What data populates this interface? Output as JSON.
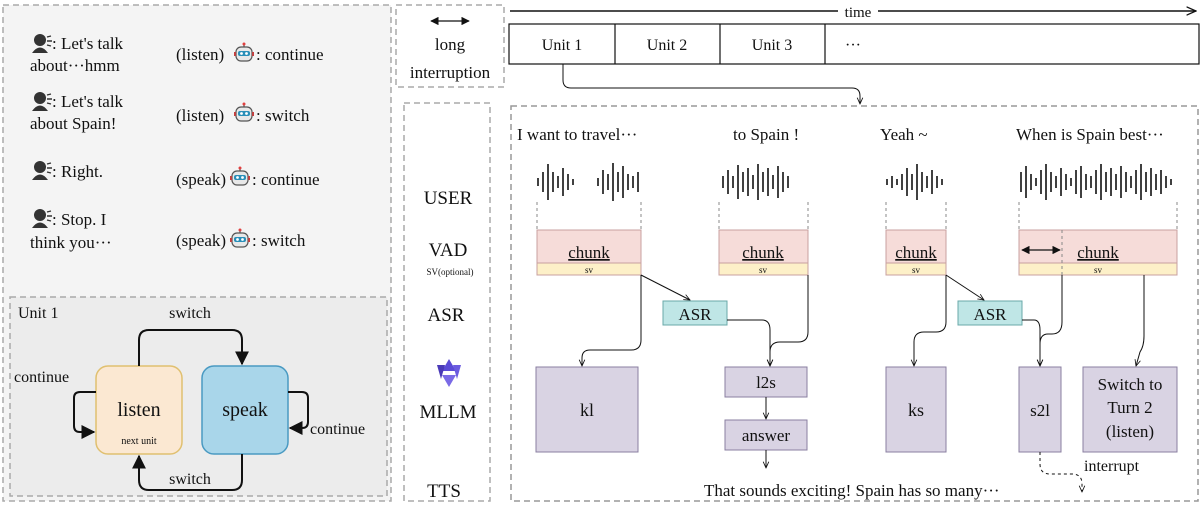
{
  "examples": [
    {
      "user_line1": ": Let's talk",
      "user_line2": "about···hmm",
      "mode": "(listen)",
      "action": ": continue"
    },
    {
      "user_line1": ": Let's talk",
      "user_line2": "about Spain!",
      "mode": "(listen)",
      "action": ": switch"
    },
    {
      "user_line1": ": Right.",
      "user_line2": "",
      "mode": "(speak)",
      "action": ": continue"
    },
    {
      "user_line1": ": Stop. I",
      "user_line2": "think you···",
      "mode": "(speak)",
      "action": ": switch"
    }
  ],
  "state_machine": {
    "title": "Unit 1",
    "listen_label": "listen",
    "listen_sub": "next unit",
    "speak_label": "speak",
    "switch_top": "switch",
    "switch_bottom": "switch",
    "continue_left": "continue",
    "continue_right": "continue"
  },
  "legend": {
    "long_line1": "long",
    "long_line2": "interruption"
  },
  "timeline": {
    "label": "time",
    "units": [
      "Unit 1",
      "Unit 2",
      "Unit 3",
      "···"
    ]
  },
  "rows": {
    "user": "USER",
    "vad": "VAD",
    "vad_sub": "SV(optional)",
    "asr": "ASR",
    "mllm": "MLLM",
    "tts": "TTS"
  },
  "utterances": [
    "I want to travel···",
    "to Spain !",
    "Yeah ~",
    "When is Spain best···"
  ],
  "chunk_label": "chunk",
  "sv_label": "sv",
  "asr_label": "ASR",
  "decisions": {
    "kl": "kl",
    "l2s": "l2s",
    "answer": "answer",
    "ks": "ks",
    "s2l": "s2l",
    "switch_line1": "Switch to",
    "switch_line2": "Turn 2",
    "switch_line3": "(listen)"
  },
  "interrupt_label": "interrupt",
  "tts_output": "That sounds exciting! Spain has so many···",
  "colors": {
    "chunk": "#f6dcd9",
    "sv": "#fdf0c8",
    "asr": "#bfe6e6",
    "decision": "#d9d3e3",
    "listen": "#fbe8d2",
    "speak": "#a9d6ea",
    "panel": "#f4f4f4"
  }
}
